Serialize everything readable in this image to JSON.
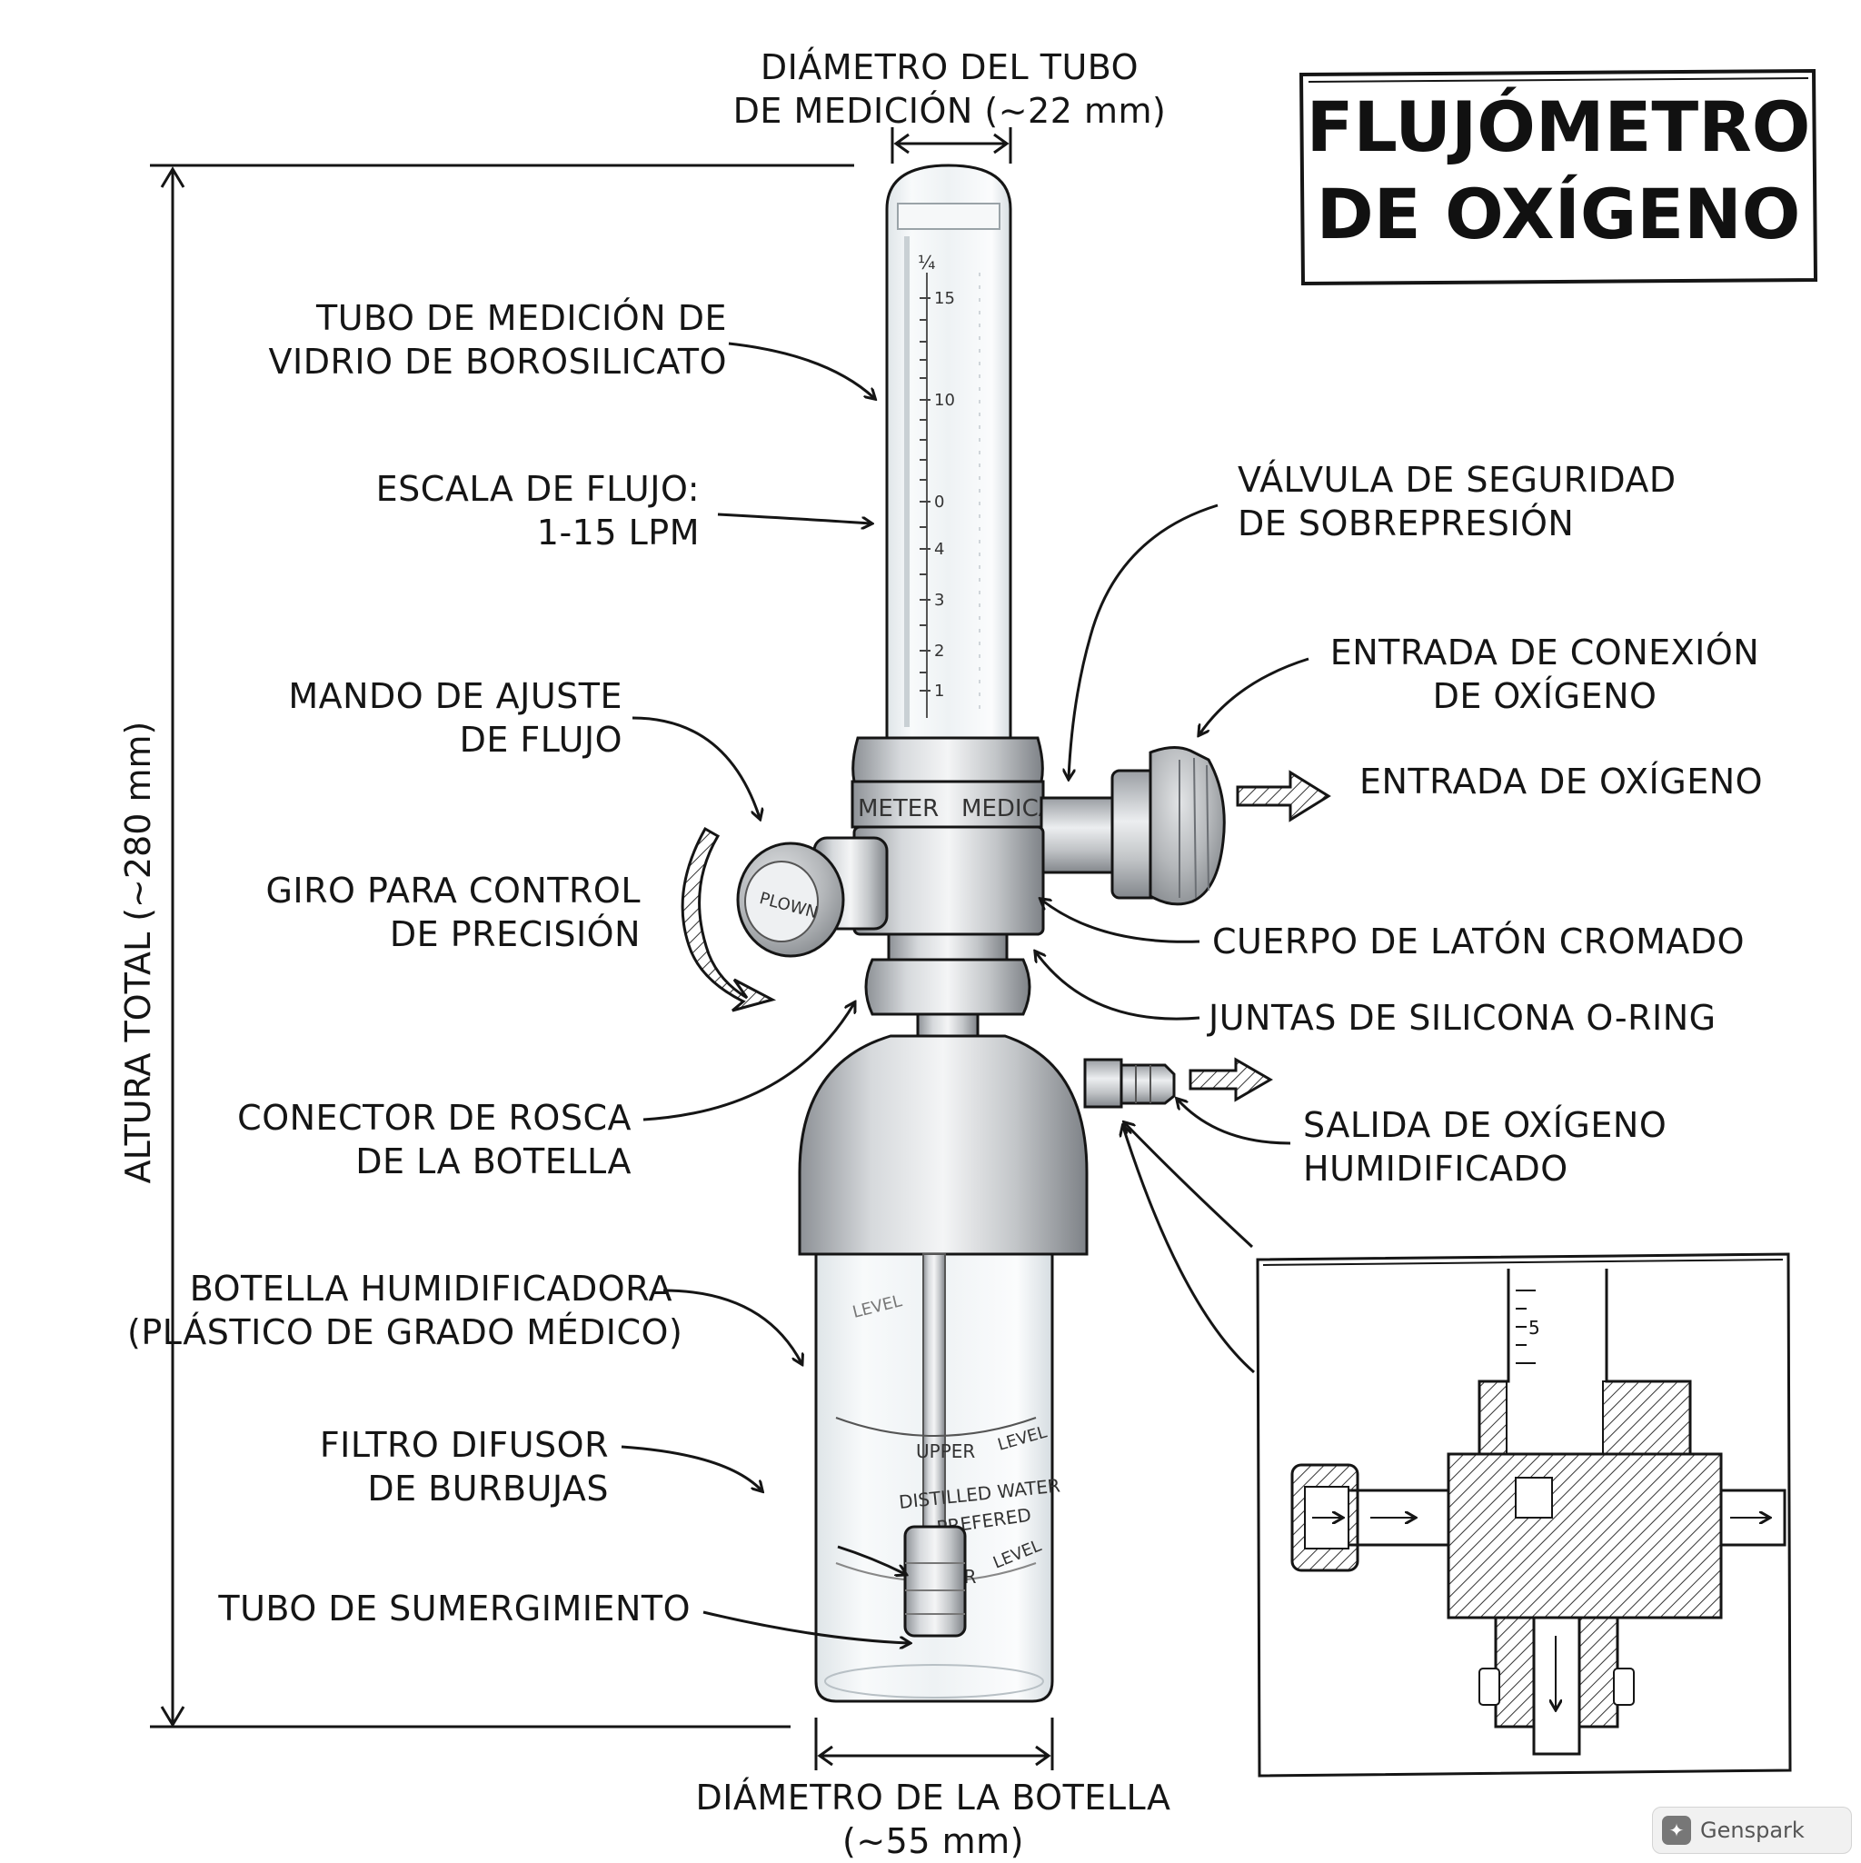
{
  "title": [
    "FLUJÓMETRO",
    "DE OXÍGENO"
  ],
  "dimensions": {
    "tube_diameter": [
      "DIÁMETRO DEL TUBO",
      "DE MEDICIÓN (~22 mm)"
    ],
    "total_height": "ALTURA TOTAL (~280 mm)",
    "bottle_diameter": [
      "DIÁMETRO DE LA BOTELLA",
      "(~55 mm)"
    ]
  },
  "labels_left": {
    "tube": [
      "TUBO DE MEDICIÓN DE",
      "VIDRIO DE BOROSILICATO"
    ],
    "scale": [
      "ESCALA DE FLUJO:",
      "1-15 LPM"
    ],
    "knob": [
      "MANDO DE AJUSTE",
      "DE FLUJO"
    ],
    "rotation": [
      "GIRO PARA CONTROL",
      "DE PRECISIÓN"
    ],
    "bottle_connector": [
      "CONECTOR DE ROSCA",
      "DE LA BOTELLA"
    ],
    "bottle": [
      "BOTELLA HUMIDIFICADORA",
      "(PLÁSTICO DE GRADO MÉDICO)"
    ],
    "diffuser": [
      "FILTRO DIFUSOR",
      "DE BURBUJAS"
    ],
    "dip_tube": "TUBO DE SUMERGIMIENTO"
  },
  "labels_right": {
    "safety_valve": [
      "VÁLVULA DE SEGURIDAD",
      "DE SOBREPRESIÓN"
    ],
    "inlet_connection": [
      "ENTRADA DE CONEXIÓN",
      "DE OXÍGENO"
    ],
    "oxygen_inlet": "ENTRADA DE OXÍGENO",
    "body": "CUERPO DE LATÓN CROMADO",
    "orings": "JUNTAS DE SILICONA O-RING",
    "outlet": [
      "SALIDA DE OXÍGENO",
      "HUMIDIFICADO"
    ]
  },
  "device_markings": {
    "scale_numbers": [
      "15",
      "10",
      "0",
      "4",
      "3",
      "2",
      "1"
    ],
    "scale_top": "¼",
    "collar_text": "METER   MEDICAL",
    "knob_text": "PLOWN",
    "bottle_upper": "UPPER",
    "bottle_level": "LEVEL",
    "bottle_water": "DISTILLED WATER",
    "bottle_prefered": "PREFERED",
    "bottle_lower": "LOWER",
    "inset_scale": "5"
  },
  "brand": {
    "name": "Genspark",
    "icon": "sparkle-icon"
  },
  "colors": {
    "ink": "#151515",
    "metal": "#b9bcbf",
    "glass": "#eef2f4"
  }
}
